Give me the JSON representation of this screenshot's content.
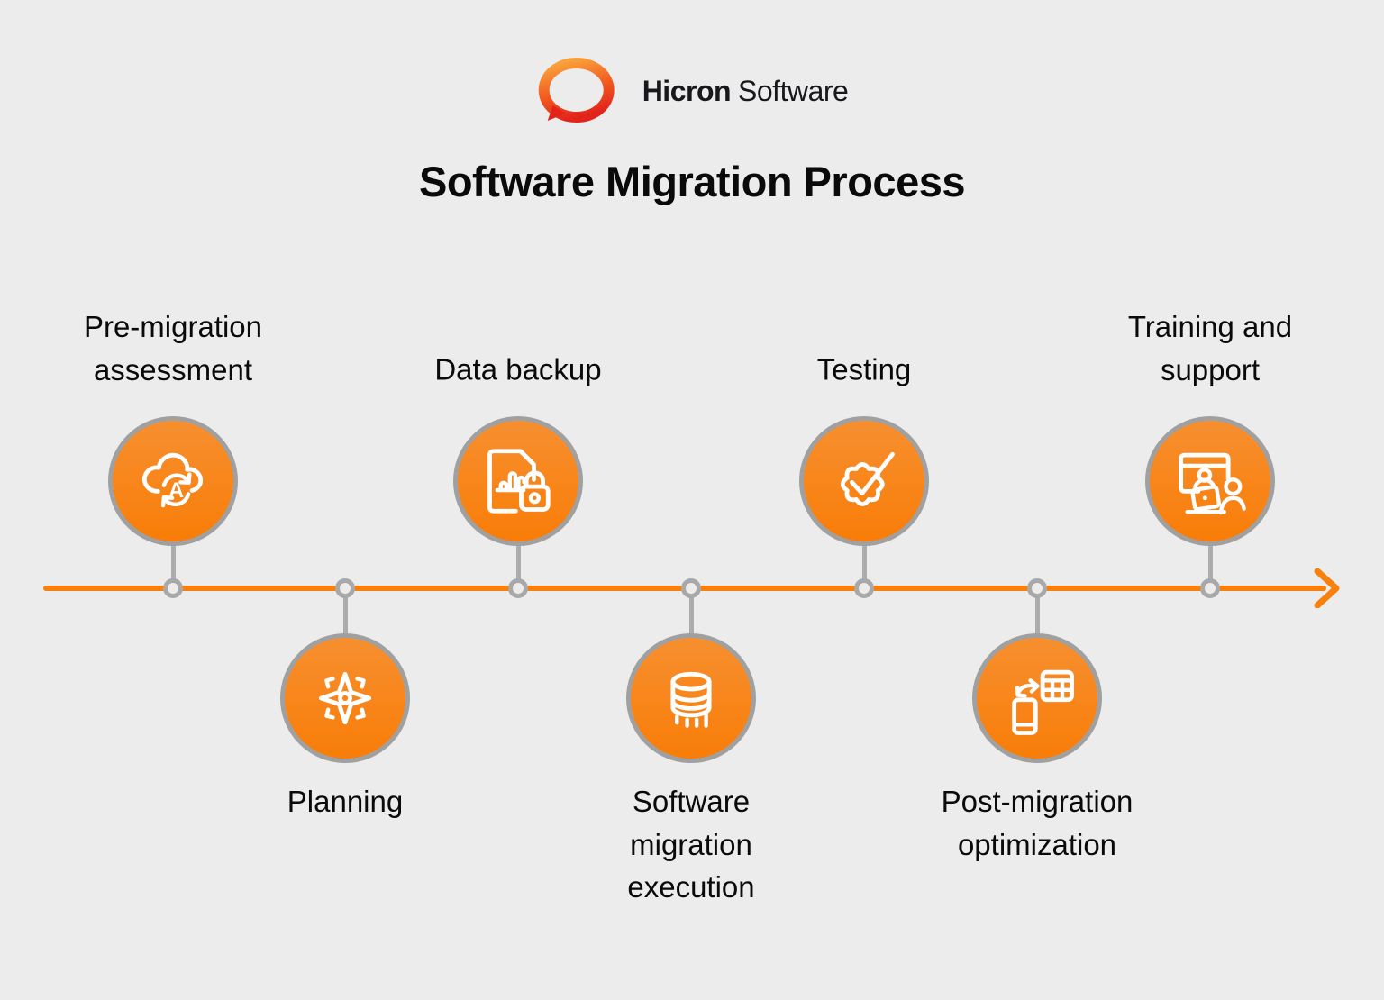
{
  "logo": {
    "brand_bold": "Hicron",
    "brand_light": "Software",
    "icon": "speech-bubble-ring-icon",
    "gradient": [
      "#F9A13B",
      "#F1571F",
      "#E2231A"
    ]
  },
  "title": "Software Migration Process",
  "colors": {
    "background": "#ECECEC",
    "timeline_orange": "#F8800C",
    "circle_gradient_top": "#F78F2F",
    "circle_gradient_bottom": "#F87D08",
    "circle_border_gray": "#A0A0A0",
    "connector_gray": "#ACACAC",
    "icon_stroke": "#FFFFFF",
    "text": "#0A0A0A"
  },
  "timeline": {
    "direction": "left-to-right",
    "arrowhead": "right-chevron",
    "node_count": 7
  },
  "steps": [
    {
      "label": "Pre-migration assessment",
      "position": "above",
      "icon": "cloud-sync-icon"
    },
    {
      "label": "Planning",
      "position": "below",
      "icon": "compass-star-icon"
    },
    {
      "label": "Data backup",
      "position": "above",
      "icon": "document-chart-lock-icon"
    },
    {
      "label": "Software migration execution",
      "position": "below",
      "icon": "database-migration-icon"
    },
    {
      "label": "Testing",
      "position": "above",
      "icon": "gear-check-icon"
    },
    {
      "label": "Post-migration optimization",
      "position": "below",
      "icon": "device-sync-icon"
    },
    {
      "label": "Training and support",
      "position": "above",
      "icon": "training-support-icon"
    }
  ],
  "icon_letter": {
    "cloud_sync_letter": "A"
  }
}
